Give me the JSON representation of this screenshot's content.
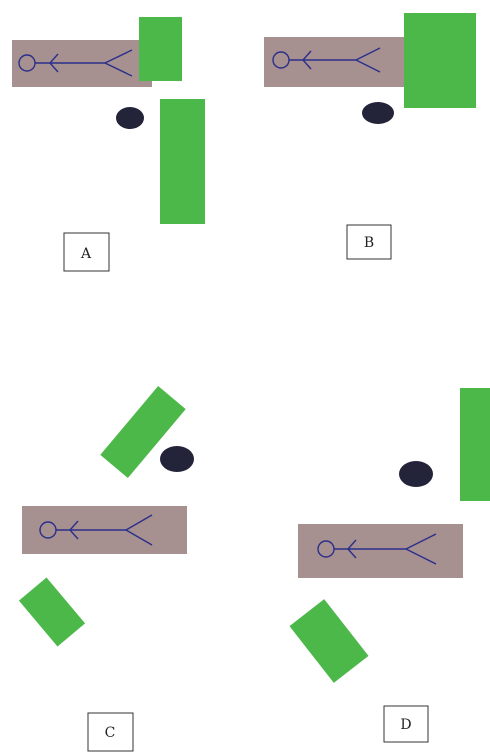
{
  "colors": {
    "person_box": "#a69090",
    "person_stroke": "#2b2f8a",
    "green_box": "#4db84a",
    "disc": "#23233a",
    "label_border": "#333333",
    "text_on_green": "#2f6f3a"
  },
  "panels": [
    {
      "id": "A",
      "label": "A"
    },
    {
      "id": "B",
      "label": "B"
    },
    {
      "id": "C",
      "label": "C"
    },
    {
      "id": "D",
      "label": "D"
    }
  ]
}
